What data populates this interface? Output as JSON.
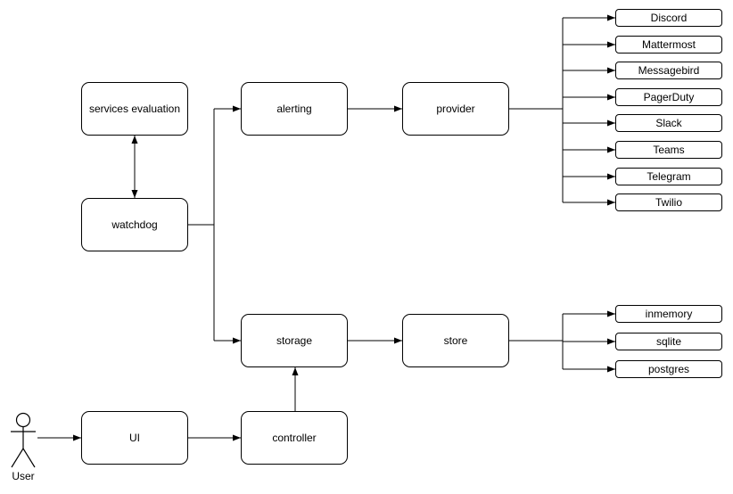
{
  "diagram": {
    "nodes": {
      "services_evaluation": "services evaluation",
      "watchdog": "watchdog",
      "alerting": "alerting",
      "provider": "provider",
      "storage": "storage",
      "store": "store",
      "ui": "UI",
      "controller": "controller"
    },
    "actor": "User",
    "provider_list": [
      "Discord",
      "Mattermost",
      "Messagebird",
      "PagerDuty",
      "Slack",
      "Teams",
      "Telegram",
      "Twilio"
    ],
    "store_list": [
      "inmemory",
      "sqlite",
      "postgres"
    ],
    "edges": [
      {
        "from": "watchdog",
        "to": "services evaluation",
        "arrows": "both"
      },
      {
        "from": "watchdog",
        "to": "alerting",
        "arrows": "end"
      },
      {
        "from": "watchdog",
        "to": "storage",
        "arrows": "end"
      },
      {
        "from": "alerting",
        "to": "provider",
        "arrows": "end"
      },
      {
        "from": "provider",
        "to": "Discord",
        "arrows": "end"
      },
      {
        "from": "provider",
        "to": "Mattermost",
        "arrows": "end"
      },
      {
        "from": "provider",
        "to": "Messagebird",
        "arrows": "end"
      },
      {
        "from": "provider",
        "to": "PagerDuty",
        "arrows": "end"
      },
      {
        "from": "provider",
        "to": "Slack",
        "arrows": "end"
      },
      {
        "from": "provider",
        "to": "Teams",
        "arrows": "end"
      },
      {
        "from": "provider",
        "to": "Telegram",
        "arrows": "end"
      },
      {
        "from": "provider",
        "to": "Twilio",
        "arrows": "end"
      },
      {
        "from": "storage",
        "to": "store",
        "arrows": "end"
      },
      {
        "from": "store",
        "to": "inmemory",
        "arrows": "end"
      },
      {
        "from": "store",
        "to": "sqlite",
        "arrows": "end"
      },
      {
        "from": "store",
        "to": "postgres",
        "arrows": "end"
      },
      {
        "from": "controller",
        "to": "storage",
        "arrows": "end"
      },
      {
        "from": "UI",
        "to": "controller",
        "arrows": "end"
      },
      {
        "from": "User",
        "to": "UI",
        "arrows": "end"
      }
    ],
    "colors": {
      "line": "#000000",
      "node_border": "#000000",
      "node_fill": "#ffffff",
      "text": "#000000",
      "background": "#ffffff"
    }
  }
}
